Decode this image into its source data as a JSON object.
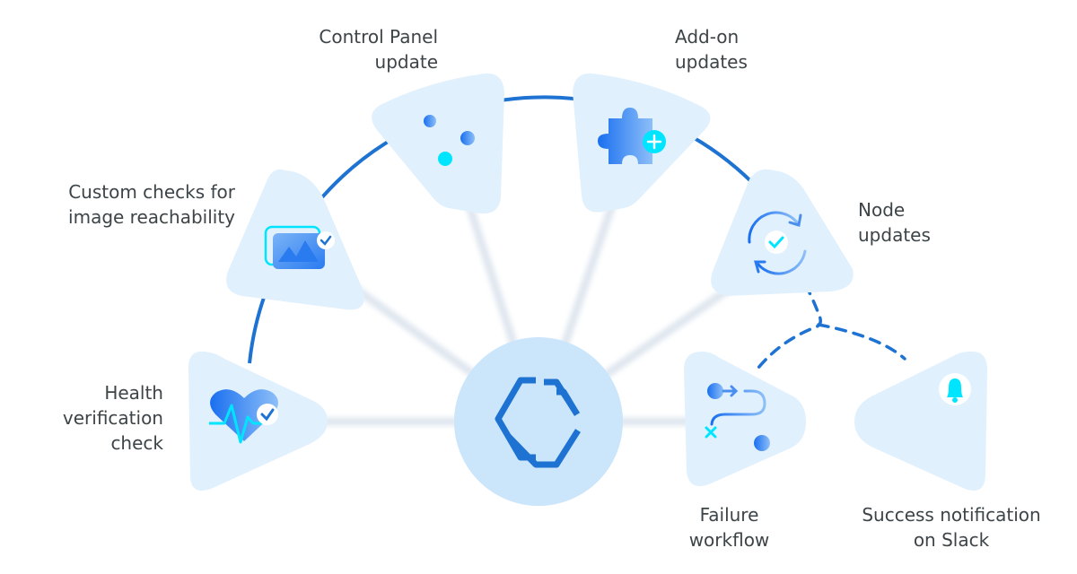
{
  "diagram": {
    "center": {
      "name": "hub-logo",
      "icon": "hexagon-c-logo"
    },
    "nodes": [
      {
        "id": "health",
        "label": "Health\nverification\ncheck",
        "icon": "heart-pulse-check-icon"
      },
      {
        "id": "image",
        "label": "Custom checks for\nimage reachability",
        "icon": "image-check-icon"
      },
      {
        "id": "control-panel",
        "label": "Control Panel\nupdate",
        "icon": "sliders-icon"
      },
      {
        "id": "addon",
        "label": "Add-on\nupdates",
        "icon": "puzzle-plus-icon"
      },
      {
        "id": "node",
        "label": "Node\nupdates",
        "icon": "refresh-check-icon"
      },
      {
        "id": "failure",
        "label": "Failure\nworkflow",
        "icon": "workflow-path-icon"
      },
      {
        "id": "slack",
        "label": "Success notification\non Slack",
        "icon": "slack-bell-icon"
      }
    ],
    "colors": {
      "primary": "#1e73d2",
      "tile": "#e0f0fd",
      "hub": "#cbe5fb",
      "accent": "#00e5ff",
      "spoke": "#dde4ee",
      "text": "#3d4448"
    }
  }
}
